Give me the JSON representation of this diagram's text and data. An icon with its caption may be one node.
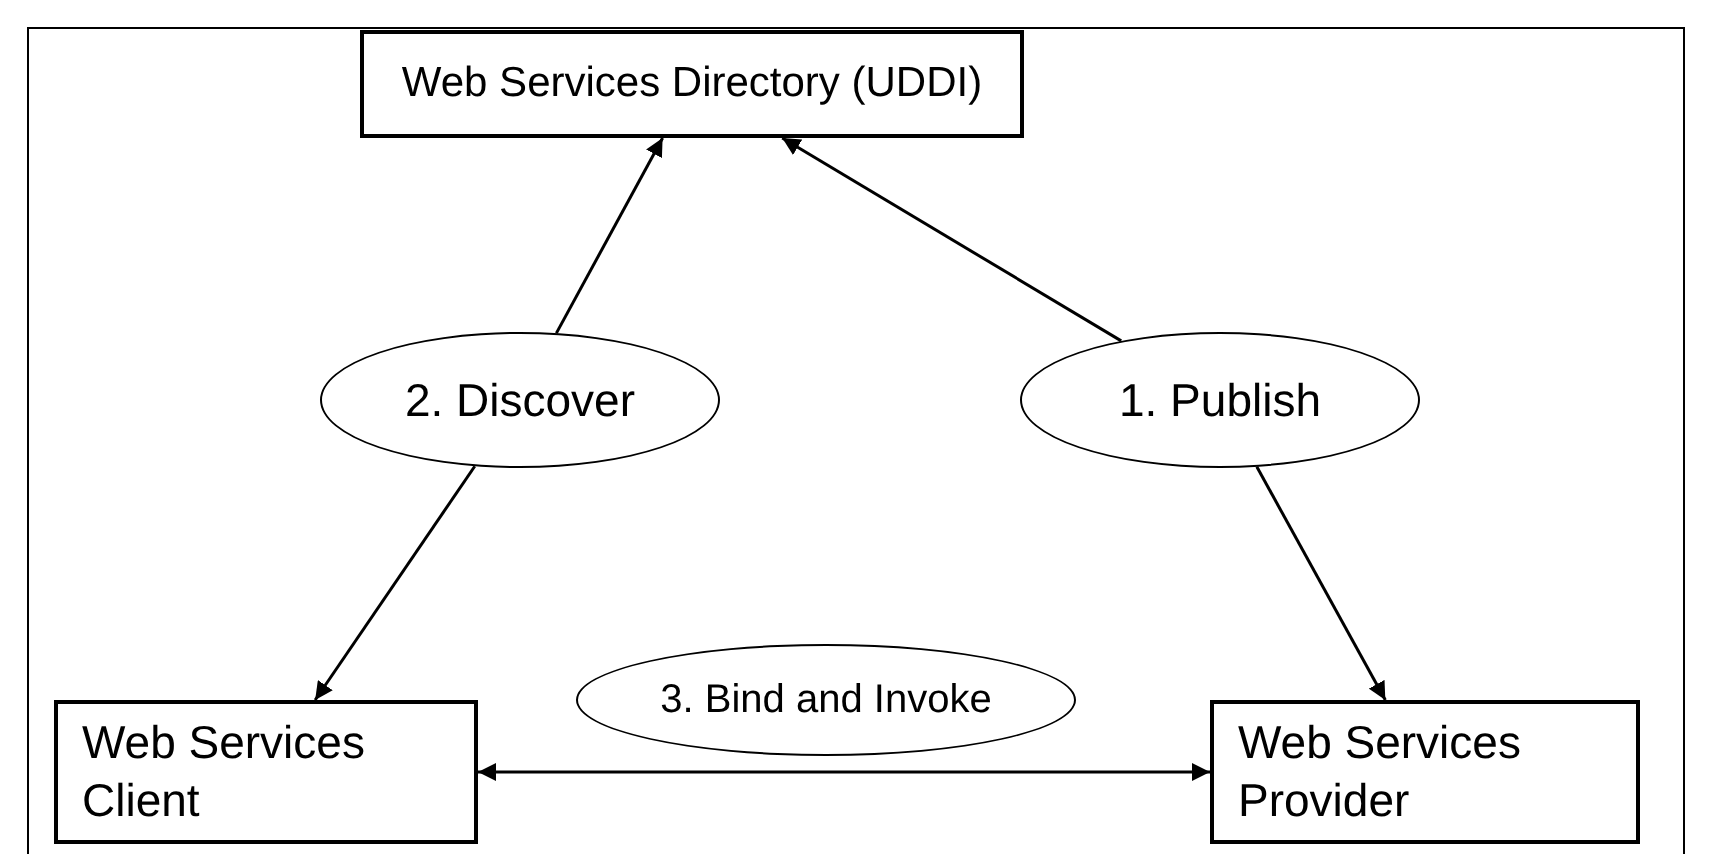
{
  "diagram": {
    "nodes": [
      {
        "text": [
          "Web Services Directory (UDDI)"
        ]
      },
      {
        "text": [
          "2. Discover"
        ]
      },
      {
        "text": [
          "1. Publish"
        ]
      },
      {
        "text": [
          "3. Bind and Invoke"
        ]
      },
      {
        "text": [
          "Web Services Client"
        ]
      },
      {
        "text": [
          "Web Services Provider"
        ]
      }
    ],
    "edges": [
      {
        "from": 1,
        "to": 0,
        "arrow": "to"
      },
      {
        "from": 1,
        "to": 4,
        "arrow": "to"
      },
      {
        "from": 2,
        "to": 0,
        "arrow": "to"
      },
      {
        "from": 2,
        "to": 5,
        "arrow": "to"
      },
      {
        "from": 4,
        "to": 5,
        "arrow": "both"
      }
    ]
  }
}
